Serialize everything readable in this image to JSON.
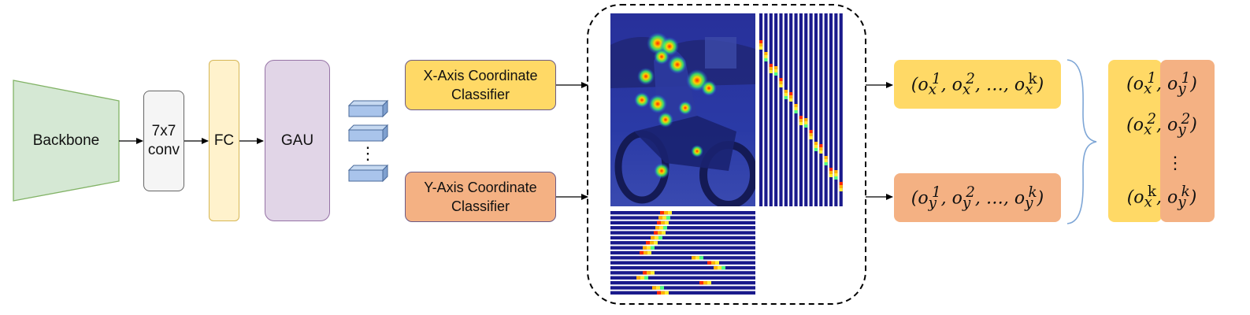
{
  "backbone": {
    "label": "Backbone",
    "fill": "#d5e8d4",
    "stroke": "#82b366"
  },
  "conv": {
    "label_line1": "7x7",
    "label_line2": "conv",
    "fill": "#f5f5f5",
    "stroke": "#666666"
  },
  "fc": {
    "label": "FC",
    "fill": "#fff2cc",
    "stroke": "#d6b656"
  },
  "gau": {
    "label": "GAU",
    "fill": "#e1d5e7",
    "stroke": "#9673a6"
  },
  "tokens": {
    "ellipsis": "⋮",
    "fill": "#a9c4eb",
    "stroke": "#4a6a9a"
  },
  "x_classifier": {
    "line1": "X-Axis Coordinate",
    "line2": "Classifier",
    "fill": "#ffd966"
  },
  "y_classifier": {
    "line1": "Y-Axis Coordinate",
    "line2": "Classifier",
    "fill": "#f4b183"
  },
  "outputs": {
    "x_sequence": {
      "open": "(",
      "terms": [
        {
          "base": "o",
          "sub": "x",
          "sup": "1"
        },
        {
          "base": "o",
          "sub": "x",
          "sup": "2"
        }
      ],
      "dots": "…",
      "last": {
        "base": "o",
        "sub": "x",
        "sup": "k"
      },
      "close": ")",
      "fill": "#ffd966"
    },
    "y_sequence": {
      "open": "(",
      "terms": [
        {
          "base": "o",
          "sub": "y",
          "sup": "1"
        },
        {
          "base": "o",
          "sub": "y",
          "sup": "2"
        }
      ],
      "dots": "…",
      "last": {
        "base": "o",
        "sub": "y",
        "sup": "k"
      },
      "close": ")",
      "fill": "#f4b183"
    }
  },
  "pairs": {
    "rows": [
      {
        "x_sub": "x",
        "x_sup": "1",
        "y_sub": "y",
        "y_sup": "1"
      },
      {
        "x_sub": "x",
        "x_sup": "2",
        "y_sub": "y",
        "y_sup": "2"
      },
      {
        "x_sub": "x",
        "x_sup": "k",
        "y_sub": "y",
        "y_sup": "k"
      }
    ],
    "ellipsis": "⋮",
    "x_fill": "#ffd966",
    "y_fill": "#f4b183"
  },
  "colors": {
    "arrow": "#000000",
    "brace": "#7ea6d6",
    "dashed_border": "#000000",
    "heatmap_bg": "#1a1a8c"
  }
}
